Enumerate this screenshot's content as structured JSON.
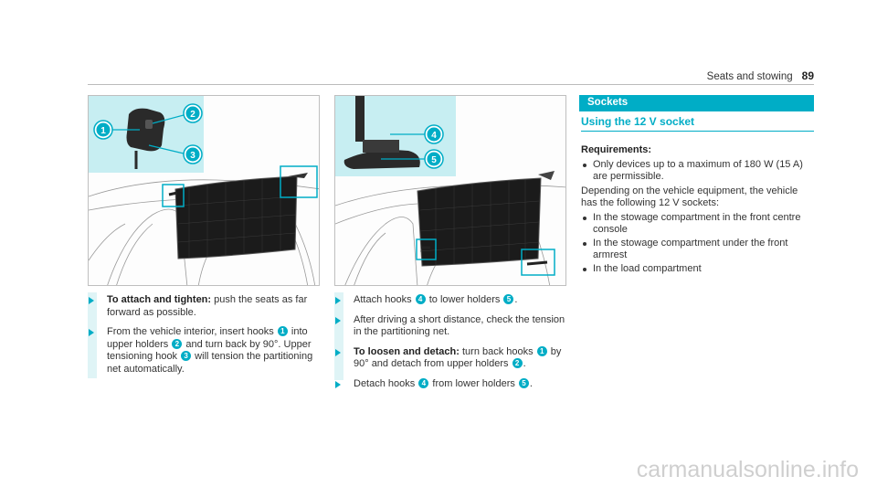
{
  "header": {
    "section": "Seats and stowing",
    "page": "89"
  },
  "figure1": {
    "callouts": [
      "1",
      "2",
      "3"
    ]
  },
  "figure2": {
    "callouts": [
      "4",
      "5"
    ]
  },
  "col1": {
    "step1": {
      "bold": "To attach and tighten:",
      "text": " push the seats as far forward as possible."
    },
    "step2": {
      "t1": "From the vehicle interior, insert hooks ",
      "n1": "1",
      "t2": " into upper holders ",
      "n2": "2",
      "t3": " and turn back by 90°. Upper tensioning hook ",
      "n3": "3",
      "t4": " will tension the partitioning net automatically."
    }
  },
  "col2": {
    "step1": {
      "t1": "Attach hooks ",
      "n1": "4",
      "t2": " to lower holders ",
      "n2": "5",
      "t3": "."
    },
    "step2": {
      "text": "After driving a short distance, check the ten­sion in the partitioning net."
    },
    "step3": {
      "bold": "To loosen and detach:",
      "t1": " turn back hooks ",
      "n1": "1",
      "t2": " by 90° and detach from upper holders ",
      "n2": "2",
      "t3": "."
    },
    "step4": {
      "t1": "Detach hooks ",
      "n1": "4",
      "t2": " from lower holders ",
      "n2": "5",
      "t3": "."
    }
  },
  "sockets": {
    "title": "Sockets",
    "subtitle": "Using the 12 V socket",
    "requirements_label": "Requirements:",
    "requirements": [
      "Only devices up to a maximum of 180 W (15 A) are permissible."
    ],
    "intro": "Depending on the vehicle equipment, the vehicle has the following 12 V sockets:",
    "locations": [
      "In the stowage compartment in the front centre console",
      "In the stowage compartment under the front armrest",
      "In the load compartment"
    ]
  },
  "watermark": "carmanualsonline.info",
  "colors": {
    "accent": "#00adc6",
    "inset": "#c7eef2"
  }
}
